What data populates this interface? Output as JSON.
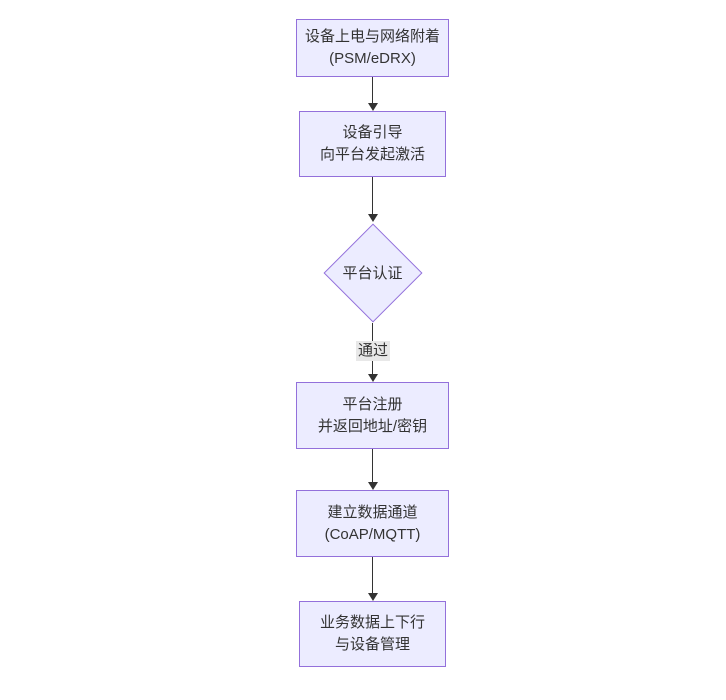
{
  "diagram": {
    "type": "flowchart",
    "direction": "top-down",
    "background": "#ffffff",
    "colors": {
      "node_fill": "#ECECFF",
      "node_border": "#9370DB",
      "edge_line": "#333333",
      "text": "#333333",
      "edge_label_bg": "#e8e8e8"
    },
    "nodes": [
      {
        "id": "A",
        "shape": "rect",
        "lines": [
          "设备上电与网络附着",
          "(PSM/eDRX)"
        ]
      },
      {
        "id": "B",
        "shape": "rect",
        "lines": [
          "设备引导",
          "向平台发起激活"
        ]
      },
      {
        "id": "C",
        "shape": "diamond",
        "lines": [
          "平台认证"
        ]
      },
      {
        "id": "D",
        "shape": "rect",
        "lines": [
          "平台注册",
          "并返回地址/密钥"
        ]
      },
      {
        "id": "E",
        "shape": "rect",
        "lines": [
          "建立数据通道",
          "(CoAP/MQTT)"
        ]
      },
      {
        "id": "F",
        "shape": "rect",
        "lines": [
          "业务数据上下行",
          "与设备管理"
        ]
      }
    ],
    "edges": [
      {
        "from": "A",
        "to": "B",
        "label": ""
      },
      {
        "from": "B",
        "to": "C",
        "label": ""
      },
      {
        "from": "C",
        "to": "D",
        "label": "通过"
      },
      {
        "from": "D",
        "to": "E",
        "label": ""
      },
      {
        "from": "E",
        "to": "F",
        "label": ""
      }
    ]
  }
}
